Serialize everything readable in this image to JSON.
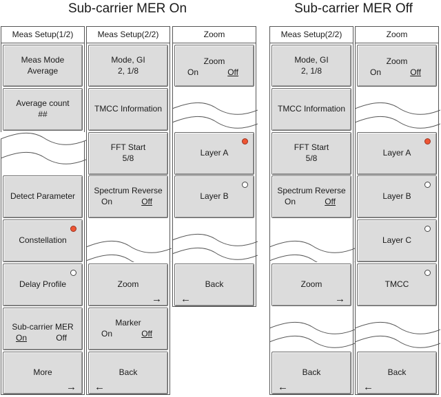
{
  "titles": {
    "on": "Sub-carrier MER On",
    "off": "Sub-carrier MER Off"
  },
  "meas1": {
    "header": "Meas Setup(1/2)",
    "meas_mode": {
      "label": "Meas Mode",
      "value": "Average"
    },
    "average_count": {
      "label": "Average count",
      "value": "##"
    },
    "detect_parameter": "Detect Parameter",
    "constellation": "Constellation",
    "delay_profile": "Delay Profile",
    "subcarrier_mer": {
      "label": "Sub-carrier MER",
      "on": "On",
      "off": "Off"
    },
    "more": "More"
  },
  "meas2": {
    "header": "Meas Setup(2/2)",
    "mode_gi": {
      "label": "Mode, GI",
      "value": "2, 1/8"
    },
    "tmcc_information": "TMCC Information",
    "fft_start": {
      "label": "FFT Start",
      "value": "5/8"
    },
    "spectrum_reverse": {
      "label": "Spectrum Reverse",
      "on": "On",
      "off": "Off"
    },
    "zoom": "Zoom",
    "marker": {
      "label": "Marker",
      "on": "On",
      "off": "Off"
    },
    "back": "Back"
  },
  "zoom_on": {
    "header": "Zoom",
    "zoom": {
      "label": "Zoom",
      "on": "On",
      "off": "Off"
    },
    "layer_a": "Layer A",
    "layer_b": "Layer B",
    "back": "Back"
  },
  "meas2_off": {
    "header": "Meas Setup(2/2)",
    "mode_gi": {
      "label": "Mode, GI",
      "value": "2, 1/8"
    },
    "tmcc_information": "TMCC Information",
    "fft_start": {
      "label": "FFT Start",
      "value": "5/8"
    },
    "spectrum_reverse": {
      "label": "Spectrum Reverse",
      "on": "On",
      "off": "Off"
    },
    "zoom": "Zoom",
    "back": "Back"
  },
  "zoom_off": {
    "header": "Zoom",
    "zoom": {
      "label": "Zoom",
      "on": "On",
      "off": "Off"
    },
    "layer_a": "Layer A",
    "layer_b": "Layer B",
    "layer_c": "Layer C",
    "tmcc": "TMCC",
    "back": "Back"
  },
  "icons": {
    "right_arrow": "→",
    "left_arrow": "←"
  },
  "colors": {
    "button_face": "#dcdcdc",
    "selected_led": "#ee5533",
    "border": "#555555"
  }
}
